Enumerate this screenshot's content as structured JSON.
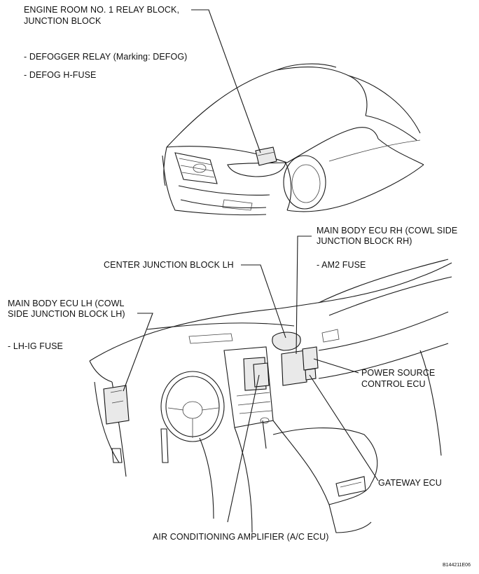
{
  "labels": {
    "engine_room_1": "ENGINE ROOM NO. 1 RELAY BLOCK,",
    "engine_room_2": "JUNCTION BLOCK",
    "defogger_relay": "- DEFOGGER RELAY (Marking: DEFOG)",
    "defog_fuse": "- DEFOG H-FUSE",
    "main_body_rh_1": "MAIN BODY ECU RH (COWL SIDE",
    "main_body_rh_2": "JUNCTION BLOCK RH)",
    "am2_fuse": "- AM2 FUSE",
    "center_jb": "CENTER JUNCTION BLOCK LH",
    "main_body_lh_1": "MAIN BODY ECU LH (COWL",
    "main_body_lh_2": "SIDE JUNCTION BLOCK LH)",
    "lh_ig_fuse": "- LH-IG FUSE",
    "power_source_1": "POWER SOURCE",
    "power_source_2": "CONTROL ECU",
    "gateway": "GATEWAY ECU",
    "ac_amp": "AIR CONDITIONING AMPLIFIER (A/C ECU)",
    "figure_code": "B144211E06"
  }
}
